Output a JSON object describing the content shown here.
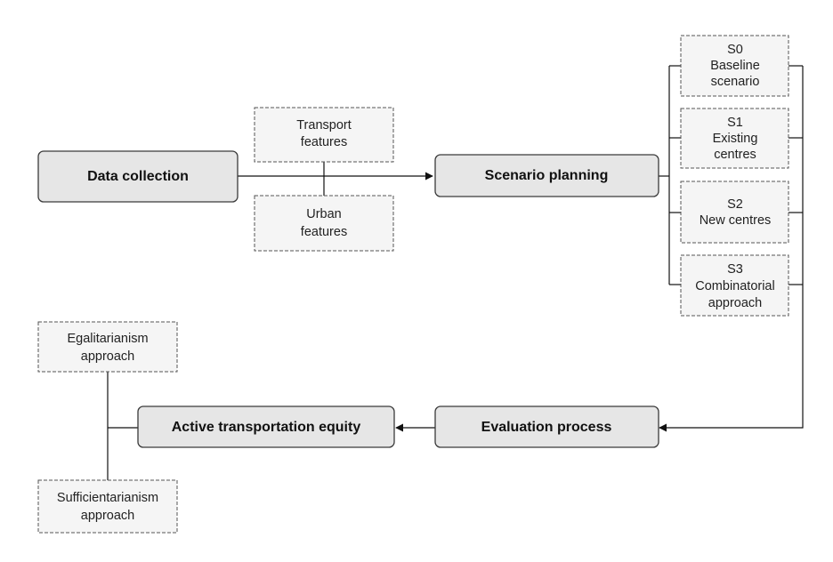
{
  "nodes": {
    "data_collection": {
      "label": "Data collection"
    },
    "transport_features": {
      "lines": [
        "Transport",
        "features"
      ]
    },
    "urban_features": {
      "lines": [
        "Urban",
        "features"
      ]
    },
    "scenario_planning": {
      "label": "Scenario planning"
    },
    "s0": {
      "lines": [
        "S0",
        "Baseline",
        "scenario"
      ]
    },
    "s1": {
      "lines": [
        "S1",
        "Existing",
        "centres"
      ]
    },
    "s2": {
      "lines": [
        "S2",
        "New centres"
      ]
    },
    "s3": {
      "lines": [
        "S3",
        "Combinatorial",
        "approach"
      ]
    },
    "evaluation_process": {
      "label": "Evaluation process"
    },
    "active_transportation_equity": {
      "label": "Active transportation equity"
    },
    "egalitarianism": {
      "lines": [
        "Egalitarianism",
        "approach"
      ]
    },
    "sufficientarianism": {
      "lines": [
        "Sufficientarianism",
        "approach"
      ]
    }
  }
}
